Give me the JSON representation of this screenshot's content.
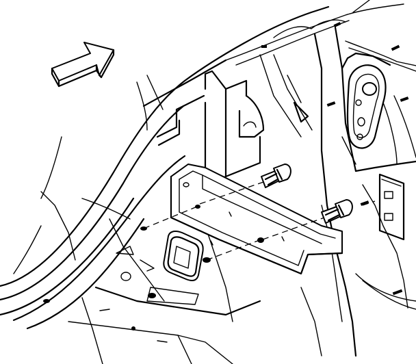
{
  "diagram": {
    "parts": [
      {
        "name": "direction-arrow",
        "icon": "arrow-forward-icon"
      },
      {
        "name": "body-frame-structure"
      },
      {
        "name": "mounting-bracket"
      },
      {
        "name": "upper-bolt",
        "icon": "bolt-icon"
      },
      {
        "name": "lower-bolt",
        "icon": "bolt-icon"
      },
      {
        "name": "body-plug",
        "icon": "plug-icon"
      },
      {
        "name": "right-panel-cutout"
      }
    ],
    "colors": {
      "line": "#000000",
      "background": "#ffffff"
    }
  }
}
